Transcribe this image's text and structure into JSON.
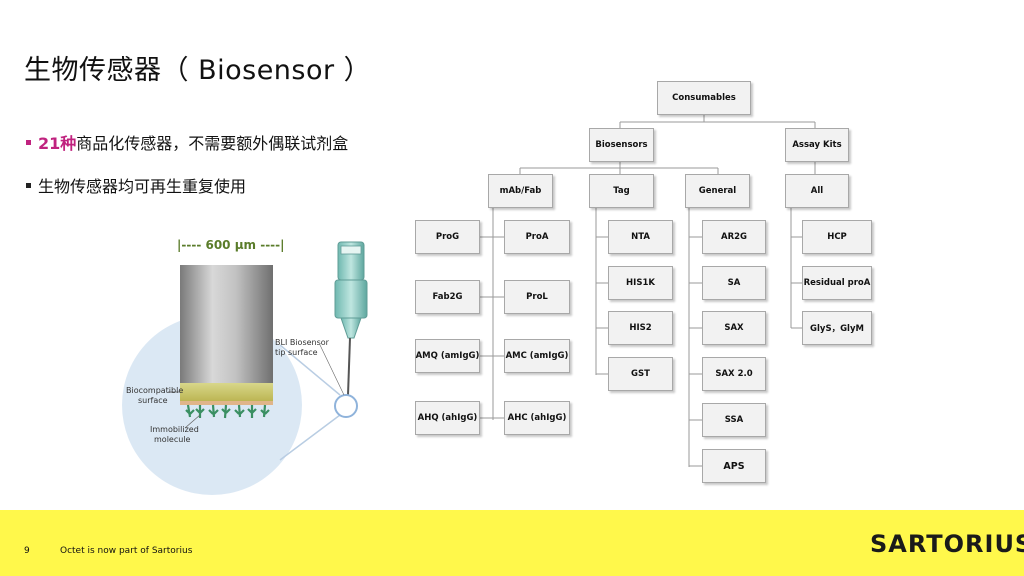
{
  "title": "生物传感器（ Biosensor ）",
  "bullets": [
    {
      "highlight": "21种",
      "text": "商品化传感器，不需要额外偶联试剂盒"
    },
    {
      "highlight": "",
      "text": "生物传感器均可再生重复使用"
    }
  ],
  "illustration": {
    "scale_label": "|----  600 μm ----|",
    "tip_label_line1": "BLI Biosensor",
    "tip_label_line2": "tip surface",
    "biocompatible_line1": "Biocompatible",
    "biocompatible_line2": "surface",
    "immobilized_line1": "Immobilized",
    "immobilized_line2": "molecule"
  },
  "tree": {
    "root": "Consumables",
    "biosensors": "Biosensors",
    "assay_kits": "Assay Kits",
    "categories": {
      "mab": "mAb/Fab",
      "tag": "Tag",
      "general": "General",
      "all": "All"
    },
    "mab_left": [
      "ProG",
      "Fab2G",
      "AMQ (amIgG)",
      "AHQ (ahIgG)"
    ],
    "mab_right": [
      "ProA",
      "ProL",
      "AMC (amIgG)",
      "AHC (ahIgG)"
    ],
    "tag_items": [
      "NTA",
      "HIS1K",
      "HIS2",
      "GST"
    ],
    "general_items": [
      "AR2G",
      "SA",
      "SAX",
      "SAX 2.0",
      "SSA",
      "APS"
    ],
    "all_items": [
      "HCP",
      "Residual proA",
      "GlyS，GlyM"
    ]
  },
  "footer": {
    "page_number": "9",
    "text": "Octet is now part of Sartorius",
    "logo": "SARTORIUS"
  }
}
